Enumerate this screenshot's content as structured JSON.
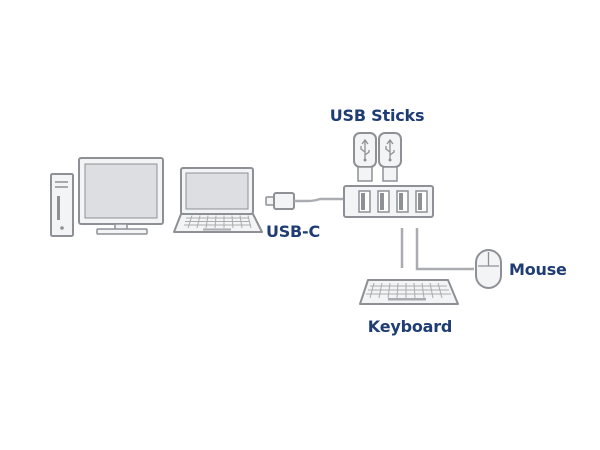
{
  "labels": {
    "usb_sticks": "USB Sticks",
    "usb_c": "USB-C",
    "mouse": "Mouse",
    "keyboard": "Keyboard"
  },
  "colors": {
    "label": "#1f3d73",
    "outline": "#8d9196",
    "device_fill": "#f3f4f5",
    "screen_fill": "#dcdee1",
    "cable": "#a9acb0"
  },
  "icons": [
    "desktop-pc-icon",
    "laptop-icon",
    "usb-c-plug-icon",
    "usb-stick-icon",
    "usb-hub-icon",
    "keyboard-icon",
    "mouse-icon"
  ]
}
